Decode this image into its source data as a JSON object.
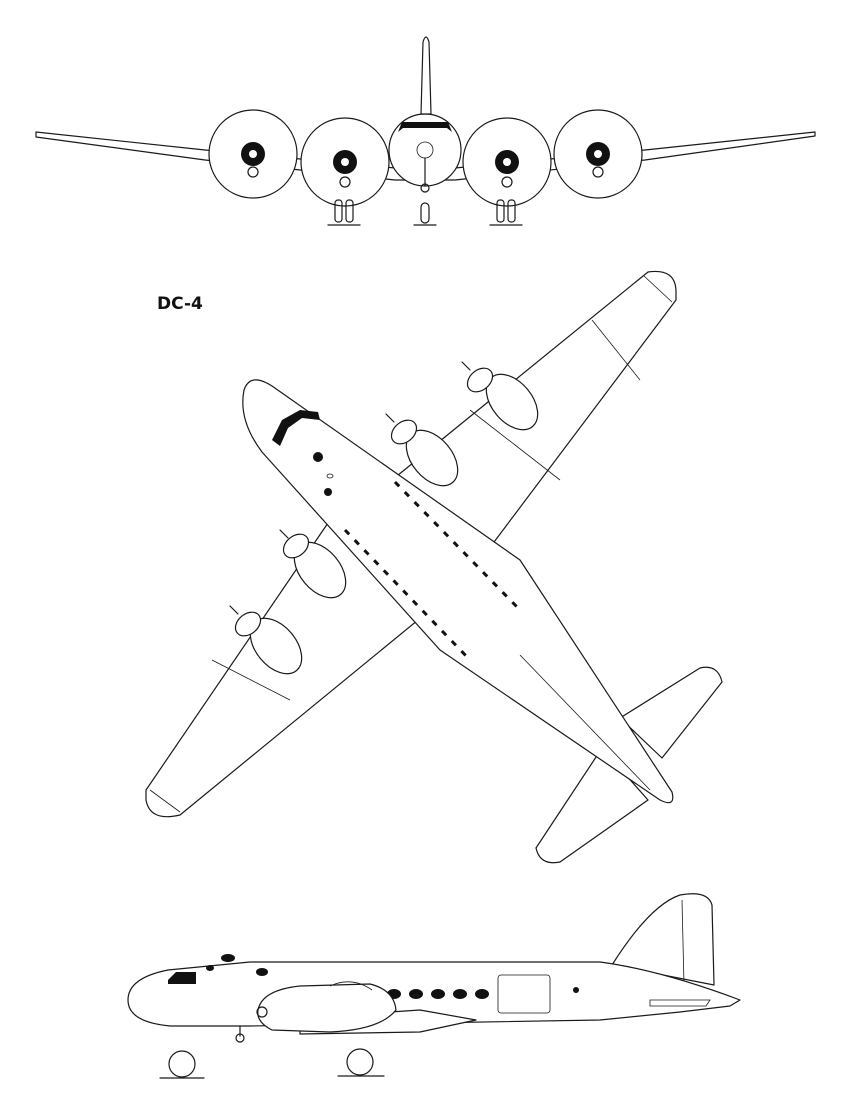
{
  "label": {
    "model": "DC-4"
  },
  "views": [
    "front",
    "top",
    "side"
  ]
}
